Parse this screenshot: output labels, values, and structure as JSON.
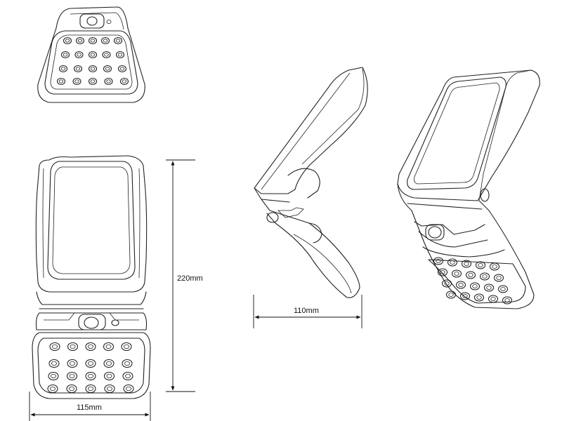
{
  "dimensions": {
    "height_label": "220mm",
    "width_label": "115mm",
    "depth_label": "110mm"
  },
  "views": [
    "top-view",
    "front-view",
    "side-view",
    "perspective-view"
  ],
  "colors": {
    "line": "#222222",
    "background": "#ffffff"
  }
}
